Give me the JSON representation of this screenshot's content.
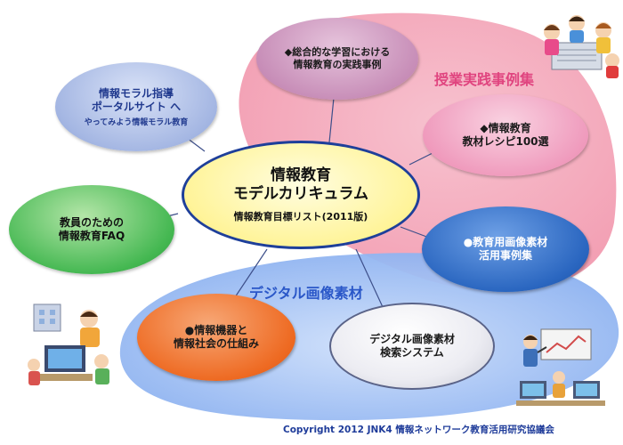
{
  "colors": {
    "pink_region": "#f4a6b8",
    "blue_region": "#8fb4ef",
    "center_fill": "#fff7a0",
    "center_border": "#1e3f9a",
    "lavender": "#a9bce6",
    "mauve": "#c98fb9",
    "pink_node": "#f0a0bf",
    "green_node": "#36b04a",
    "blue_node": "#2b6cc4",
    "orange_node": "#f0671f",
    "silver_node": "#e8e8ee",
    "pink_label": "#e0447f",
    "blue_label": "#2a57c8",
    "copyright": "#1f3c9a"
  },
  "center": {
    "title_line1": "情報教育",
    "title_line2": "モデルカリキュラム",
    "subtitle": "情報教育目標リスト(2011版)"
  },
  "nodes": {
    "moral": {
      "line1": "情報モラル指導",
      "line2": "ポータルサイト へ",
      "sub": "やってみよう情報モラル教育"
    },
    "integrated": {
      "line1": "◆総合的な学習における",
      "line2": "情報教育の実践事例"
    },
    "recipe": {
      "line1": "◆情報教育",
      "line2": "教材レシピ100選"
    },
    "faq": {
      "line1": "教員のための",
      "line2": "情報教育FAQ"
    },
    "image_cases": {
      "line1": "●教育用画像素材",
      "line2": "活用事例集"
    },
    "devices": {
      "line1": "●情報機器と",
      "line2": "情報社会の仕組み"
    },
    "search": {
      "line1": "デジタル画像素材",
      "line2": "検索システム"
    }
  },
  "regions": {
    "practice_label": "授業実践事例集",
    "digital_label": "デジタル画像素材"
  },
  "footer": {
    "copyright": "Copyright 2012 JNK4 情報ネットワーク教育活用研究協議会"
  },
  "icons": {
    "top_right": "children-reading-newspaper-icon",
    "bottom_left": "school-computer-class-icon",
    "bottom_right": "classroom-presentation-icon"
  }
}
